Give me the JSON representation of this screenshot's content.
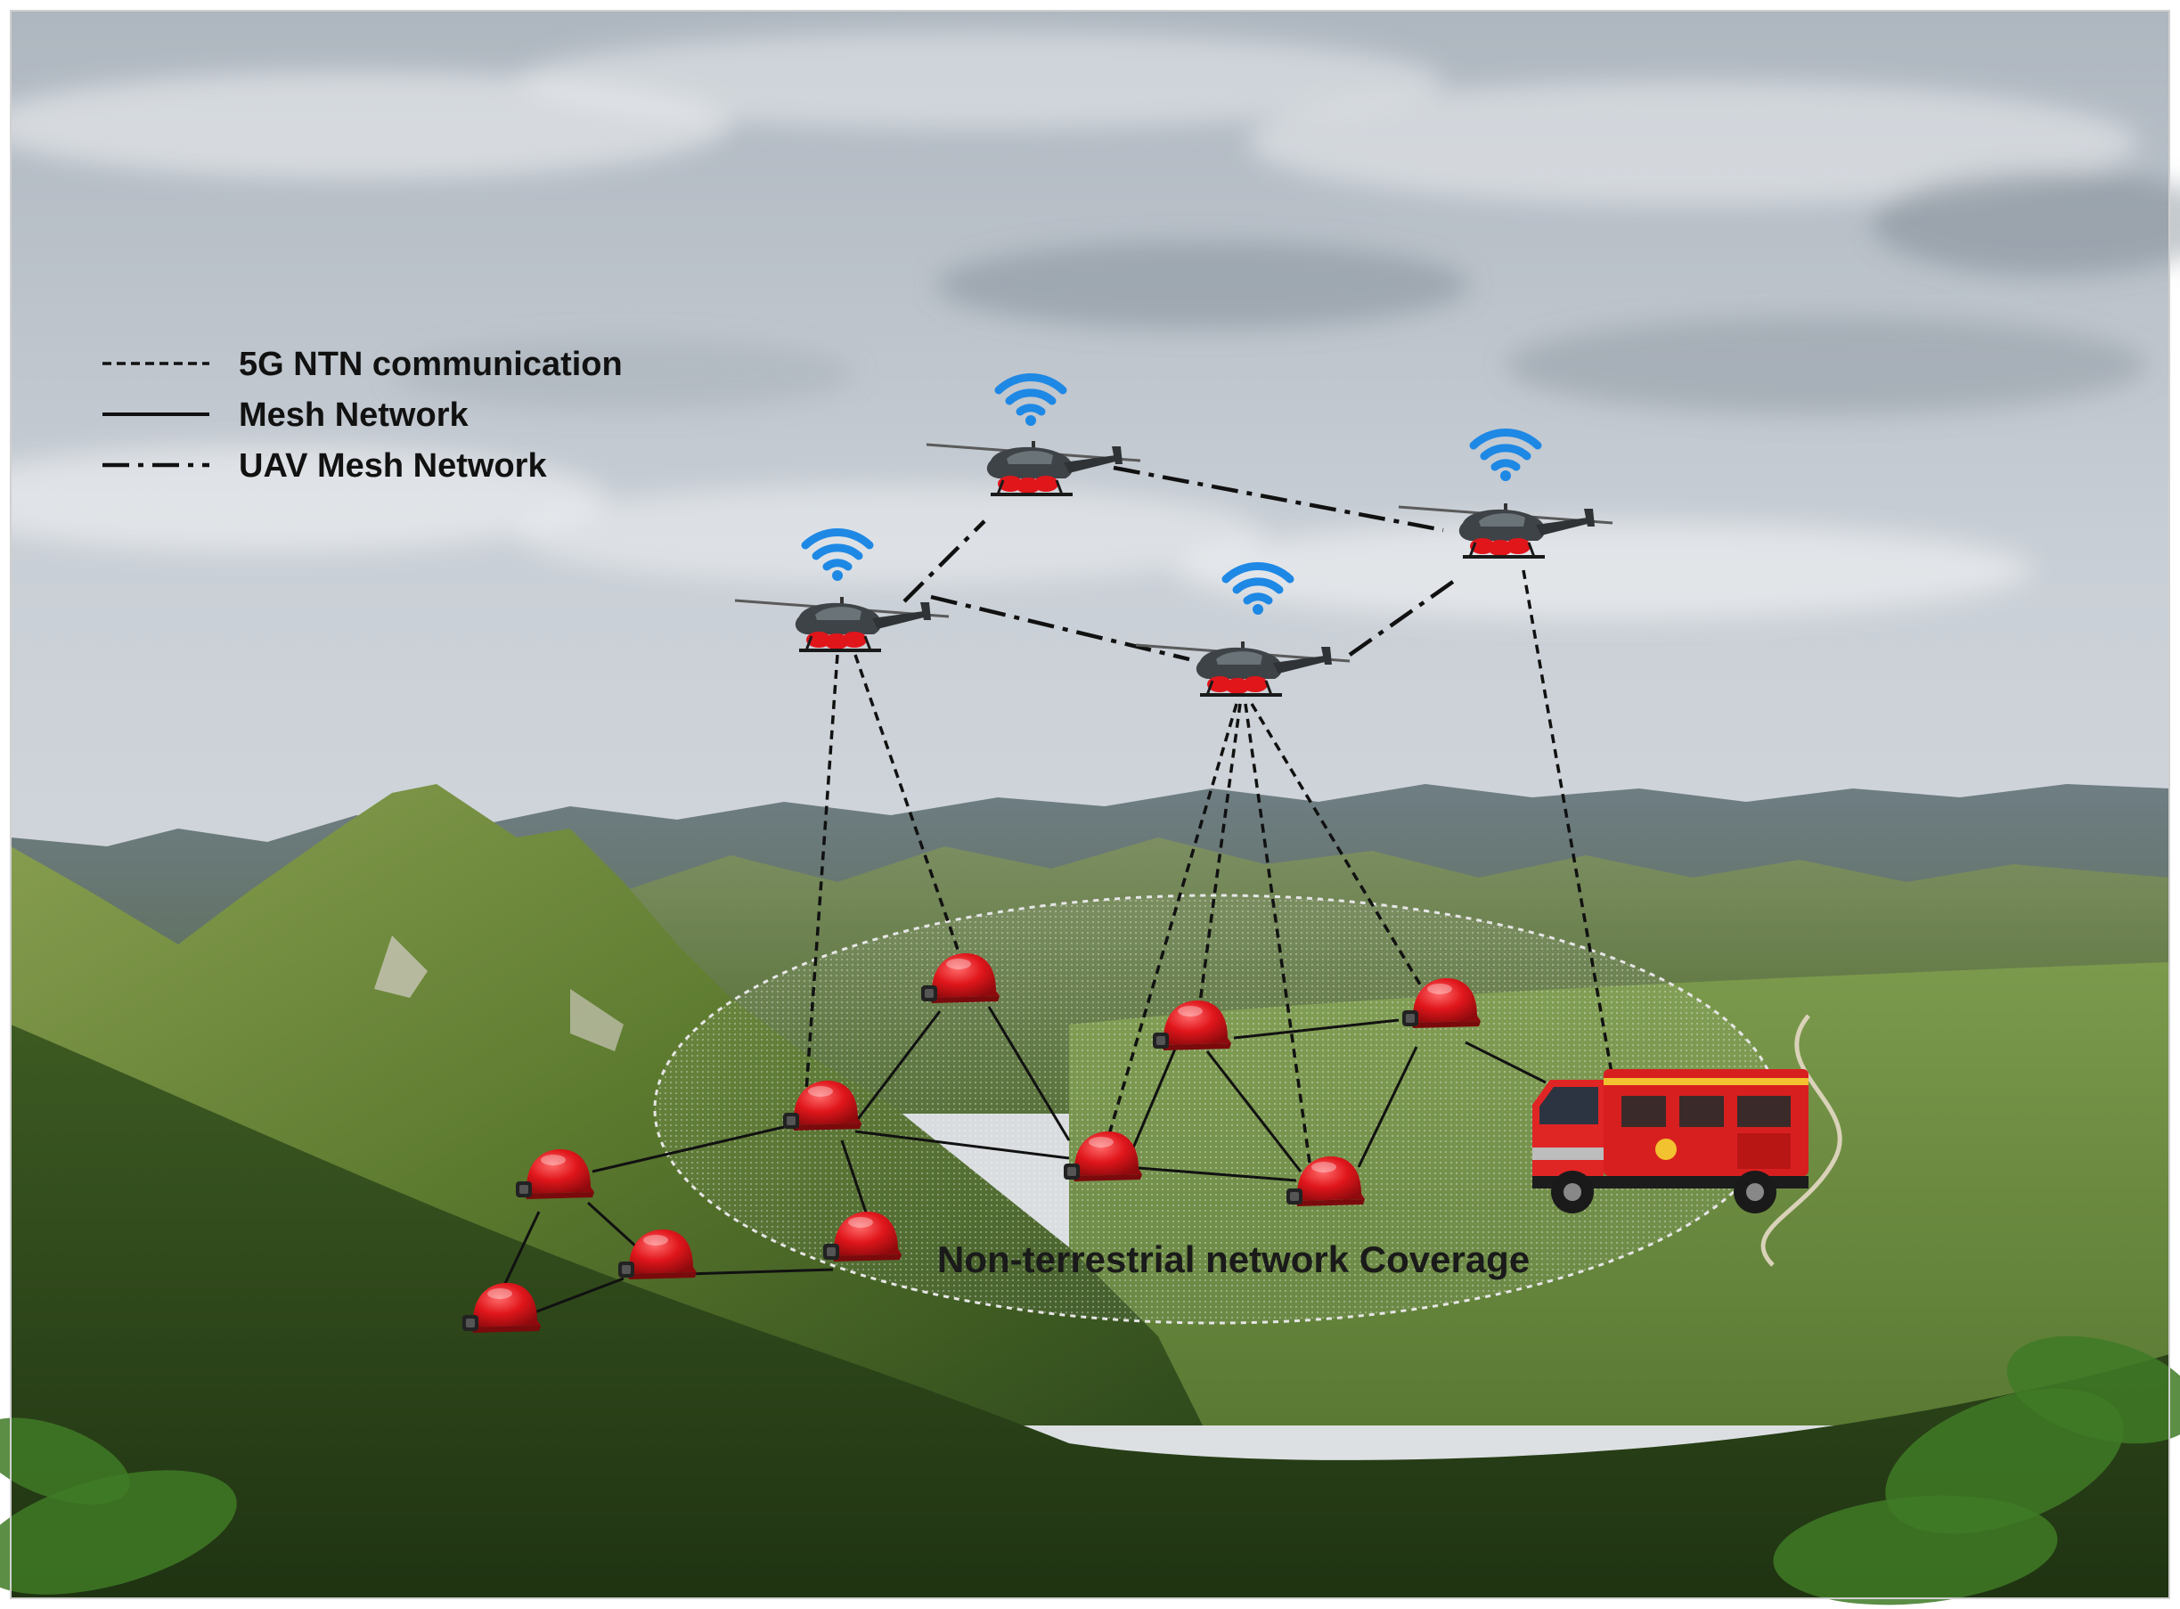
{
  "legend": {
    "items": [
      {
        "label": "5G NTN communication",
        "style": "dashed"
      },
      {
        "label": "Mesh Network",
        "style": "solid"
      },
      {
        "label": "UAV Mesh Network",
        "style": "dash-dot"
      }
    ]
  },
  "coverage": {
    "label": "Non-terrestrial network Coverage"
  },
  "icons": {
    "uav": "helicopter-drone-icon",
    "signal": "wifi-signal-icon",
    "helmet": "red-helmet-terminal-icon",
    "vehicle": "fire-command-truck-icon"
  },
  "colors": {
    "helmet": "#e0161b",
    "truck": "#d81f1f",
    "signal": "#1e88e5",
    "line": "#111111",
    "sky": "#c9cfd6",
    "vegetation": "#4d6b2c"
  }
}
